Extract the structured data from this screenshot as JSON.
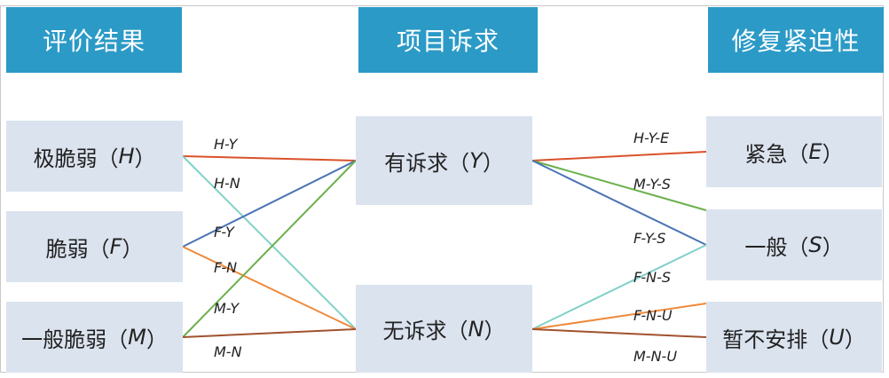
{
  "headers": {
    "result": "评价结果",
    "demand": "项目诉求",
    "urgency": "修复紧迫性"
  },
  "left_boxes": {
    "h": {
      "text": "极脆弱（",
      "code": "H",
      "close": "）"
    },
    "f": {
      "text": "脆弱（",
      "code": "F",
      "close": "）"
    },
    "m": {
      "text": "一般脆弱（",
      "code": "M",
      "close": "）"
    }
  },
  "mid_boxes": {
    "y": {
      "text": "有诉求（",
      "code": "Y",
      "close": "）"
    },
    "n": {
      "text": "无诉求（",
      "code": "N",
      "close": "）"
    }
  },
  "right_boxes": {
    "e": {
      "text": "紧急（",
      "code": "E",
      "close": "）"
    },
    "s": {
      "text": "一般（",
      "code": "S",
      "close": "）"
    },
    "u": {
      "text": "暂不安排（",
      "code": "U",
      "close": "）"
    }
  },
  "left_links": {
    "hy": {
      "label": "H-Y",
      "from": "H",
      "to": "Y",
      "color": "#d9522b"
    },
    "hn": {
      "label": "H-N",
      "from": "H",
      "to": "N",
      "color": "#7fd1c8"
    },
    "fy": {
      "label": "F-Y",
      "from": "F",
      "to": "Y",
      "color": "#4a73b5"
    },
    "fn": {
      "label": "F-N",
      "from": "F",
      "to": "N",
      "color": "#ee8a3c"
    },
    "my": {
      "label": "M-Y",
      "from": "M",
      "to": "Y",
      "color": "#6ab04c"
    },
    "mn": {
      "label": "M-N",
      "from": "M",
      "to": "N",
      "color": "#a0522d"
    }
  },
  "right_links": {
    "hye": {
      "label": "H-Y-E",
      "from": "Y",
      "to": "E",
      "color": "#d9522b"
    },
    "mys": {
      "label": "M-Y-S",
      "from": "Y",
      "to": "S",
      "color": "#6ab04c"
    },
    "fys": {
      "label": "F-Y-S",
      "from": "Y",
      "to": "S",
      "color": "#4a73b5"
    },
    "fns": {
      "label": "F-N-S",
      "from": "N",
      "to": "S",
      "color": "#7fd1c8"
    },
    "fnu": {
      "label": "F-N-U",
      "from": "N",
      "to": "U",
      "color": "#ee8a3c"
    },
    "mnu": {
      "label": "M-N-U",
      "from": "N",
      "to": "U",
      "color": "#a0522d"
    }
  }
}
